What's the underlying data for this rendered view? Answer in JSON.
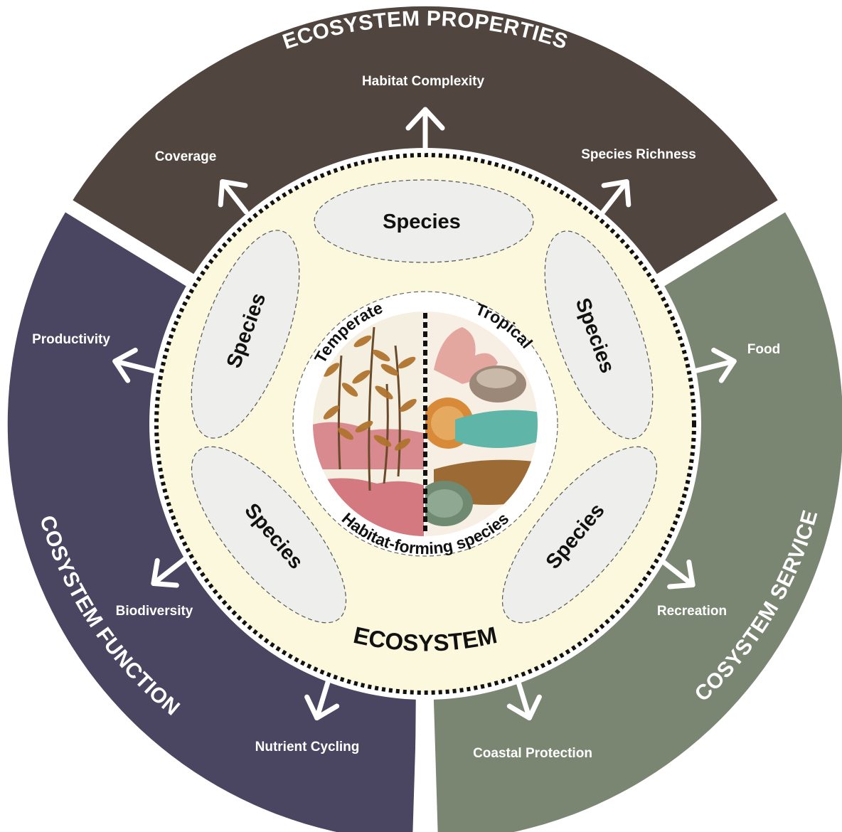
{
  "sectors": {
    "properties": {
      "title": "ECOSYSTEM PROPERTIES",
      "color": "#51463F",
      "items": [
        "Habitat Complexity",
        "Coverage",
        "Species Richness"
      ]
    },
    "functions": {
      "title": "ECOSYSTEM FUNCTIONS",
      "color": "#4A4560",
      "items": [
        "Productivity",
        "Biodiversity",
        "Nutrient Cycling"
      ]
    },
    "services": {
      "title": "ECOSYSTEM SERVICES",
      "color": "#7A8672",
      "items": [
        "Food",
        "Recreation",
        "Coastal Protection"
      ]
    }
  },
  "ecosystem": {
    "label": "ECOSYSTEM",
    "fill": "#FCF8DD",
    "species_label": "Species",
    "species_fill": "#EEEEEC"
  },
  "habitat": {
    "left_label": "Temperate",
    "right_label": "Tropical",
    "bottom_label": "Habitat-forming species"
  }
}
